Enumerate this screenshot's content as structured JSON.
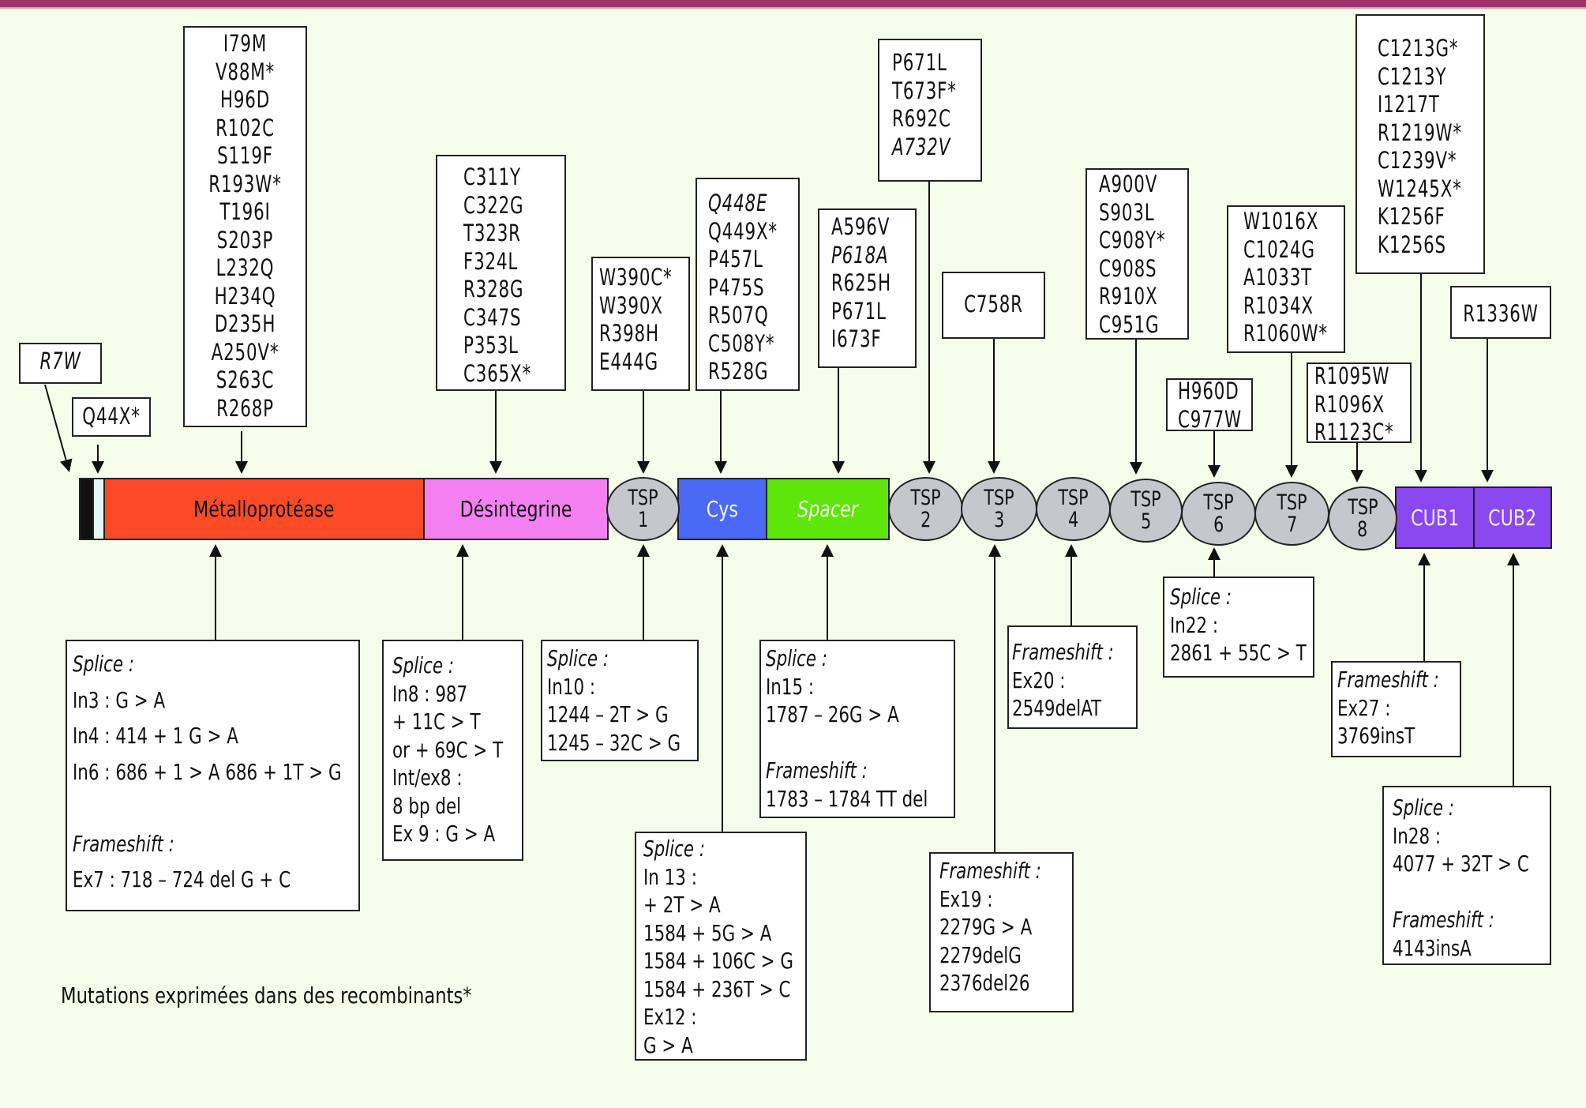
{
  "colors": {
    "background": "#f6fdea",
    "top_rule": "#a0336a",
    "metalloprotease": "#fb4a25",
    "disintegrin": "#f580f2",
    "tsp": "#c6c7cd",
    "cys": "#4a6af5",
    "spacer": "#5ee50c",
    "cub": "#8a48f0",
    "signal_peptide": "#111111",
    "propeptide": "#e6f6f6"
  },
  "domains": [
    {
      "id": "signal",
      "label": ""
    },
    {
      "id": "propeptide",
      "label": ""
    },
    {
      "id": "metalloprotease",
      "label": "Métalloprotéase"
    },
    {
      "id": "disintegrin",
      "label": "Désintegrine"
    },
    {
      "id": "tsp1",
      "label": "TSP",
      "num": "1"
    },
    {
      "id": "cys",
      "label": "Cys"
    },
    {
      "id": "spacer",
      "label": "Spacer"
    },
    {
      "id": "tsp2",
      "label": "TSP",
      "num": "2"
    },
    {
      "id": "tsp3",
      "label": "TSP",
      "num": "3"
    },
    {
      "id": "tsp4",
      "label": "TSP",
      "num": "4"
    },
    {
      "id": "tsp5",
      "label": "TSP",
      "num": "5"
    },
    {
      "id": "tsp6",
      "label": "TSP",
      "num": "6"
    },
    {
      "id": "tsp7",
      "label": "TSP",
      "num": "7"
    },
    {
      "id": "tsp8",
      "label": "TSP",
      "num": "8"
    },
    {
      "id": "cub1",
      "label": "CUB1"
    },
    {
      "id": "cub2",
      "label": "CUB2"
    }
  ],
  "missense": {
    "signal": [
      {
        "t": "R7W",
        "italic": true
      }
    ],
    "propeptide": [
      {
        "t": "Q44X*"
      }
    ],
    "metalloprotease": [
      {
        "t": "I79M"
      },
      {
        "t": "V88M*"
      },
      {
        "t": "H96D"
      },
      {
        "t": "R102C"
      },
      {
        "t": "S119F"
      },
      {
        "t": "R193W*"
      },
      {
        "t": "T196I"
      },
      {
        "t": "S203P"
      },
      {
        "t": "L232Q"
      },
      {
        "t": "H234Q"
      },
      {
        "t": "D235H"
      },
      {
        "t": "A250V*"
      },
      {
        "t": "S263C"
      },
      {
        "t": "R268P"
      }
    ],
    "disintegrin": [
      {
        "t": "C311Y"
      },
      {
        "t": "C322G"
      },
      {
        "t": "T323R"
      },
      {
        "t": "F324L"
      },
      {
        "t": "R328G"
      },
      {
        "t": "C347S"
      },
      {
        "t": "P353L"
      },
      {
        "t": "C365X*"
      }
    ],
    "tsp1": [
      {
        "t": "W390C*"
      },
      {
        "t": "W390X"
      },
      {
        "t": "R398H"
      },
      {
        "t": "E444G"
      }
    ],
    "cys": [
      {
        "t": "Q448E",
        "italic": true
      },
      {
        "t": "Q449X*"
      },
      {
        "t": "P457L"
      },
      {
        "t": "P475S"
      },
      {
        "t": "R507Q"
      },
      {
        "t": "C508Y*"
      },
      {
        "t": "R528G"
      }
    ],
    "spacer": [
      {
        "t": "A596V"
      },
      {
        "t": "P618A",
        "italic": true
      },
      {
        "t": "R625H"
      },
      {
        "t": "P671L"
      },
      {
        "t": "I673F"
      }
    ],
    "tsp2": [
      {
        "t": "P671L"
      },
      {
        "t": "T673F*"
      },
      {
        "t": "R692C"
      },
      {
        "t": "A732V",
        "italic": true
      }
    ],
    "tsp3": [
      {
        "t": "C758R"
      }
    ],
    "tsp5": [
      {
        "t": "A900V"
      },
      {
        "t": "S903L"
      },
      {
        "t": "C908Y*"
      },
      {
        "t": "C908S"
      },
      {
        "t": "R910X"
      },
      {
        "t": "C951G"
      }
    ],
    "tsp6": [
      {
        "t": "H960D"
      },
      {
        "t": "C977W"
      }
    ],
    "tsp7": [
      {
        "t": "W1016X"
      },
      {
        "t": "C1024G"
      },
      {
        "t": "A1033T"
      },
      {
        "t": "R1034X"
      },
      {
        "t": "R1060W*"
      }
    ],
    "tsp8": [
      {
        "t": "R1095W"
      },
      {
        "t": "R1096X"
      },
      {
        "t": "R1123C*"
      }
    ],
    "cub1": [
      {
        "t": "C1213G*"
      },
      {
        "t": "C1213Y"
      },
      {
        "t": "I1217T"
      },
      {
        "t": "R1219W*"
      },
      {
        "t": "C1239V*"
      },
      {
        "t": "W1245X*"
      },
      {
        "t": "K1256F"
      },
      {
        "t": "K1256S"
      }
    ],
    "cub2": [
      {
        "t": "R1336W"
      }
    ]
  },
  "splice_frameshift": {
    "metalloprotease": [
      {
        "t": "Splice :",
        "italic": true
      },
      {
        "t": "In3 : G > A"
      },
      {
        "t": "In4 : 414 + 1 G > A"
      },
      {
        "t": "In6 : 686 + 1 > A 686 + 1T > G"
      },
      {
        "t": ""
      },
      {
        "t": "Frameshift :",
        "italic": true
      },
      {
        "t": "Ex7 : 718 – 724 del G + C"
      }
    ],
    "disintegrin": [
      {
        "t": "Splice :",
        "italic": true
      },
      {
        "t": "In8 : 987"
      },
      {
        "t": "+ 11C > T"
      },
      {
        "t": "or + 69C > T"
      },
      {
        "t": "Int/ex8 :"
      },
      {
        "t": "8 bp del"
      },
      {
        "t": "Ex 9 : G > A"
      }
    ],
    "tsp1": [
      {
        "t": "Splice :",
        "italic": true
      },
      {
        "t": "In10 :"
      },
      {
        "t": "1244 – 2T > G"
      },
      {
        "t": "1245 – 32C > G"
      }
    ],
    "cys": [
      {
        "t": "Splice :",
        "italic": true
      },
      {
        "t": "In 13 :"
      },
      {
        "t": "+ 2T > A"
      },
      {
        "t": "1584 + 5G > A"
      },
      {
        "t": "1584 + 106C > G"
      },
      {
        "t": "1584 + 236T > C"
      },
      {
        "t": "Ex12 :"
      },
      {
        "t": "G > A"
      }
    ],
    "spacer": [
      {
        "t": "Splice :",
        "italic": true
      },
      {
        "t": "In15 :"
      },
      {
        "t": "1787 – 26G > A"
      },
      {
        "t": ""
      },
      {
        "t": "Frameshift :",
        "italic": true
      },
      {
        "t": "1783 – 1784 TT del"
      }
    ],
    "tsp3": [
      {
        "t": "Frameshift :",
        "italic": true
      },
      {
        "t": "Ex19 :"
      },
      {
        "t": "2279G > A"
      },
      {
        "t": "2279delG"
      },
      {
        "t": "2376del26"
      }
    ],
    "tsp4": [
      {
        "t": "Frameshift :",
        "italic": true
      },
      {
        "t": "Ex20 :"
      },
      {
        "t": "2549delAT"
      }
    ],
    "tsp6": [
      {
        "t": "Splice :",
        "italic": true
      },
      {
        "t": "In22 :"
      },
      {
        "t": "2861 + 55C > T"
      }
    ],
    "cub1": [
      {
        "t": "Frameshift :",
        "italic": true
      },
      {
        "t": "Ex27 :"
      },
      {
        "t": "3769insT"
      }
    ],
    "cub2": [
      {
        "t": "Splice :",
        "italic": true
      },
      {
        "t": "In28 :"
      },
      {
        "t": "4077 + 32T > C"
      },
      {
        "t": ""
      },
      {
        "t": "Frameshift :",
        "italic": true
      },
      {
        "t": "4143insA"
      }
    ]
  },
  "footnote": "Mutations exprimées dans des recombinants*"
}
